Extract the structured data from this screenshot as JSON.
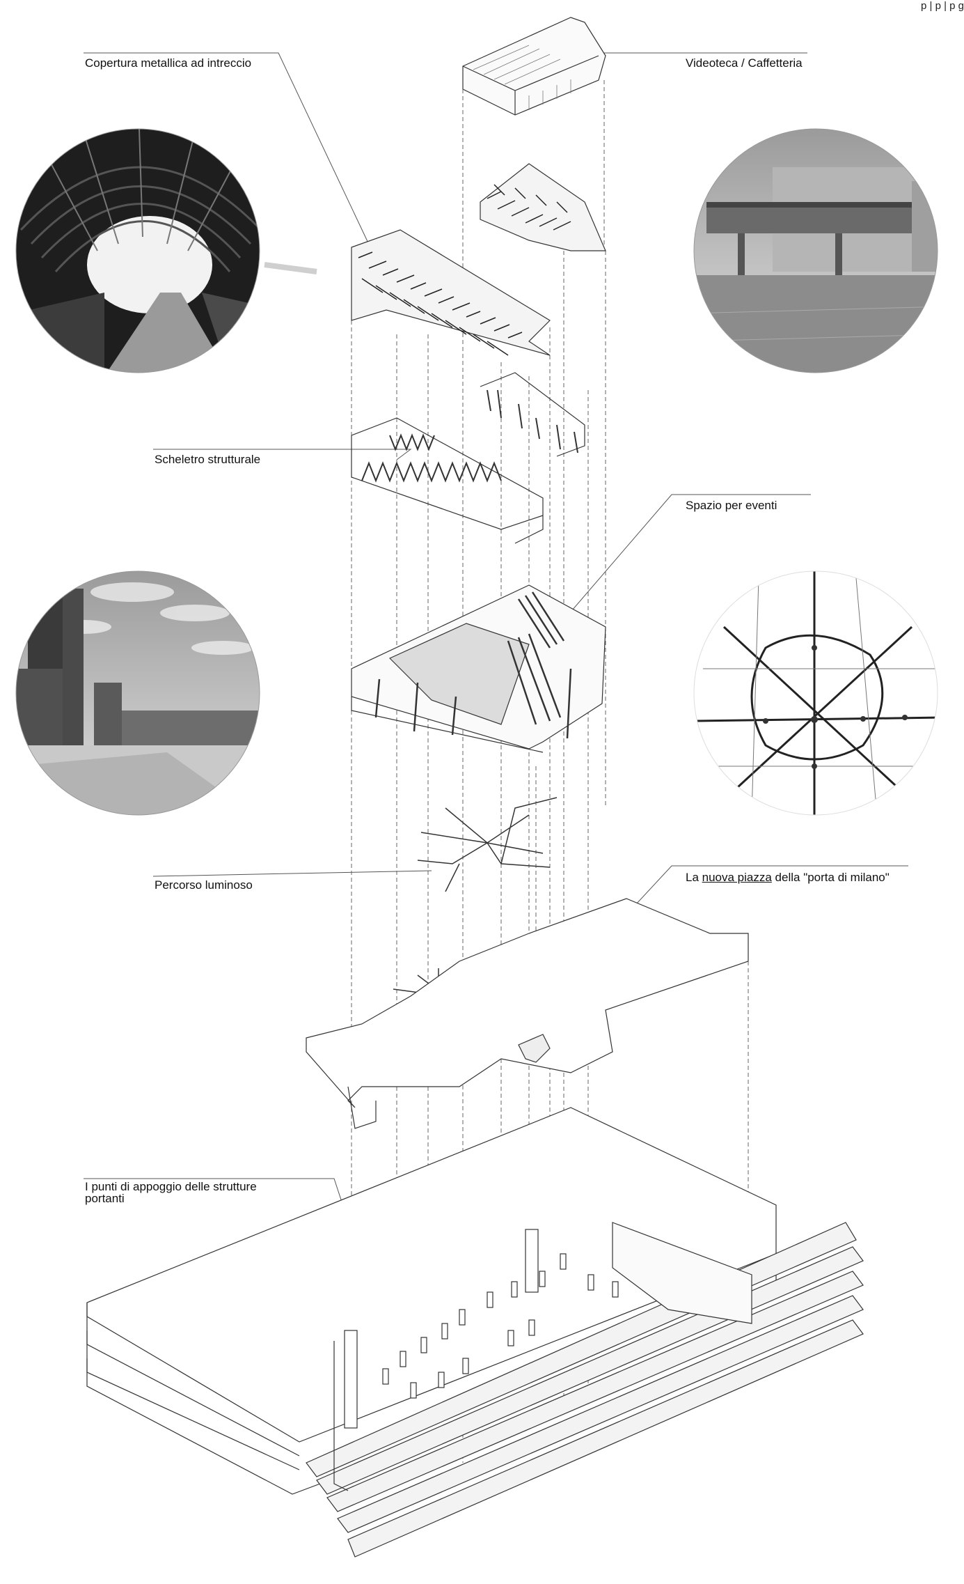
{
  "header": {
    "fragment": "p | p | p g"
  },
  "labels": {
    "copertura": "Copertura  metallica ad intreccio",
    "videoteca": "Videoteca / Caffetteria",
    "scheletro": "Scheletro strutturale",
    "spazio": "Spazio per eventi",
    "percorso": "Percorso luminoso",
    "piazza_pre": "La ",
    "piazza_link": "nuova piazza",
    "piazza_post": " della \"porta di milano\"",
    "punti_line1": "I punti di appoggio delle strutture",
    "punti_line2": "portanti"
  },
  "photos": {
    "station_hall": "station-canopy-photo",
    "airport_bridge": "jet-bridge-photo",
    "castle_square": "castello-sforzesco-photo",
    "metro_map": "metro-map-image"
  },
  "colors": {
    "line": "#555555",
    "ink": "#111111",
    "photo_dark": "#2a2a2a",
    "photo_mid": "#8a8a8a",
    "photo_light": "#d6d6d6"
  }
}
